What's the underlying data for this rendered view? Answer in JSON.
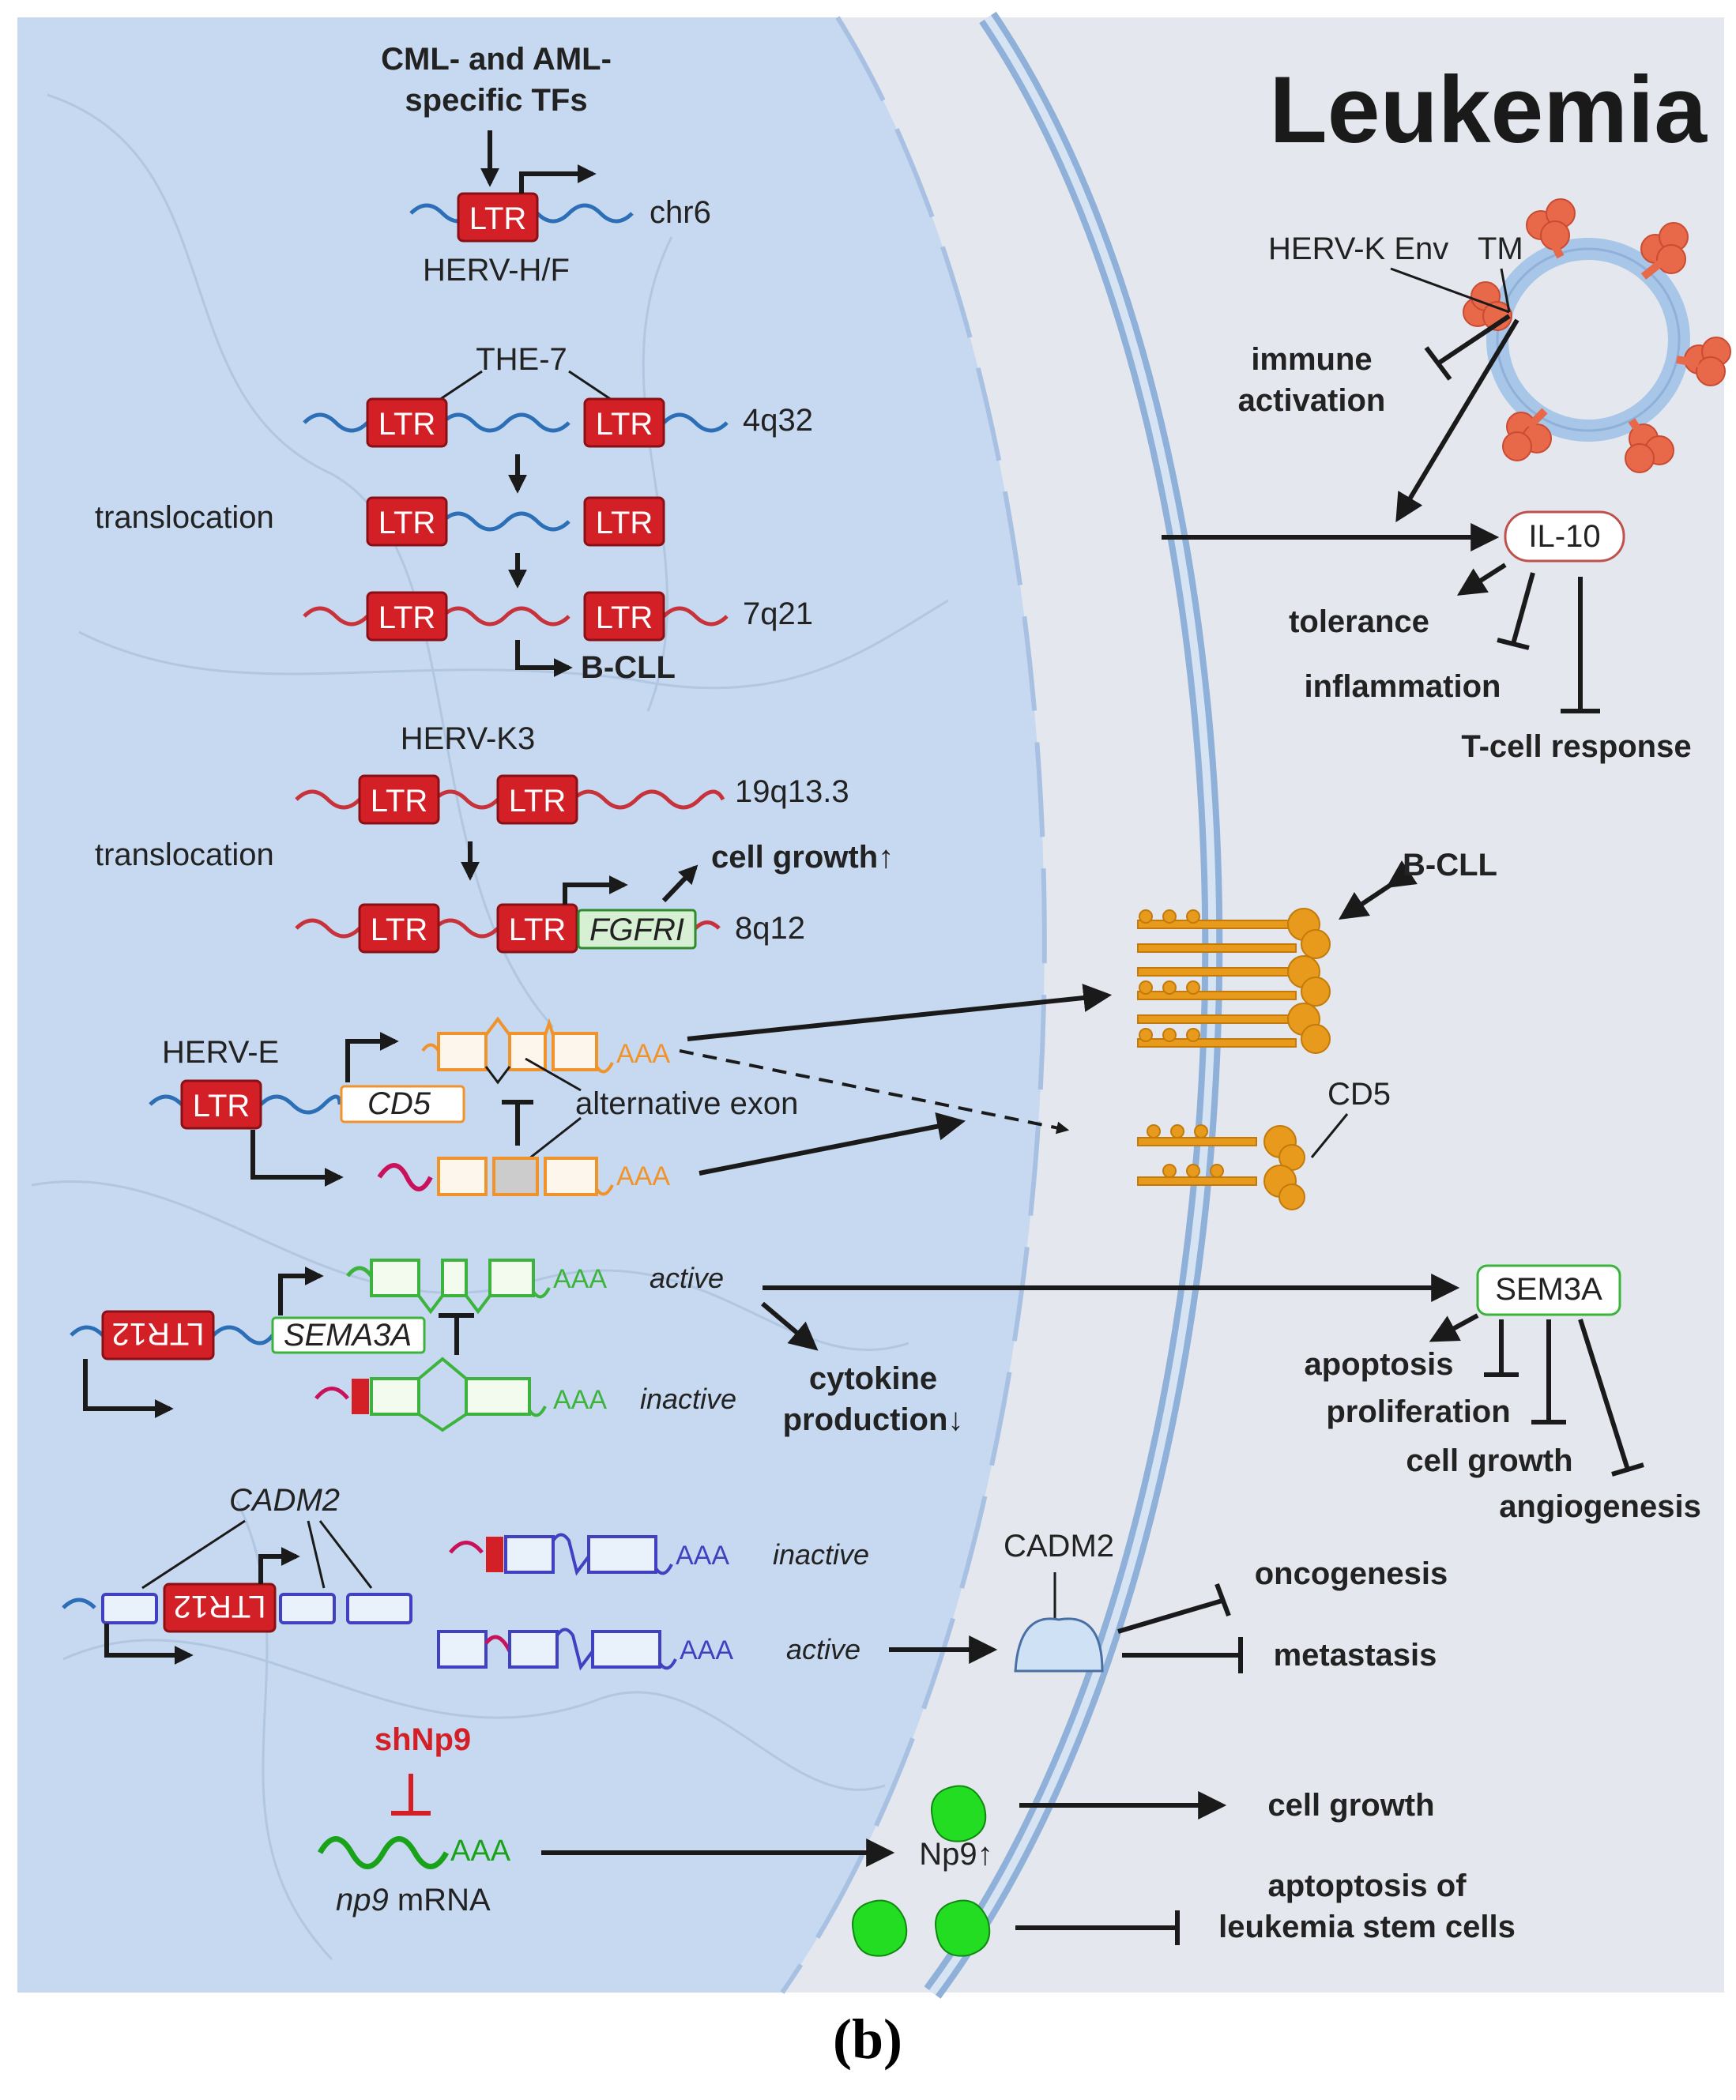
{
  "figure": {
    "title": "Leukemia",
    "caption": "(b)"
  },
  "nucleus": {
    "chr6_block": {
      "tf_label_1": "CML- and AML-",
      "tf_label_2": "specific TFs",
      "ltr": "LTR",
      "locus": "chr6",
      "name": "HERV-H/F"
    },
    "the7_block": {
      "name": "THE-7",
      "ltr": "LTR",
      "locus_top": "4q32",
      "translocation": "translocation",
      "locus_bottom": "7q21",
      "outcome": "B-CLL"
    },
    "hervk3_block": {
      "name": "HERV-K3",
      "ltr": "LTR",
      "locus_top": "19q13.3",
      "translocation": "translocation",
      "gene": "FGFRI",
      "locus_bottom": "8q12",
      "outcome": "cell growth↑"
    },
    "cd5_block": {
      "name": "HERV-E",
      "ltr": "LTR",
      "gene": "CD5",
      "polyA": "AAA",
      "alt_exon": "alternative exon"
    },
    "sema3a_block": {
      "ltr": "LTR12",
      "gene": "SEMA3A",
      "polyA": "AAA",
      "active": "active",
      "inactive": "inactive",
      "outcome_1": "cytokine",
      "outcome_2": "production↓"
    },
    "cadm2_block": {
      "gene": "CADM2",
      "ltr": "LTR12",
      "polyA": "AAA",
      "inactive": "inactive",
      "active": "active"
    },
    "np9_block": {
      "sh": "shNp9",
      "polyA": "AAA",
      "mrna_italic": "np9",
      "mrna_rest": " mRNA"
    }
  },
  "right": {
    "virus": {
      "env": "HERV-K Env",
      "tm": "TM",
      "immune_1": "immune",
      "immune_2": "activation"
    },
    "il10": {
      "label": "IL-10",
      "tolerance": "tolerance",
      "inflammation": "inflammation",
      "tcell": "T-cell response"
    },
    "cd5": {
      "bcll": "B-CLL",
      "label": "CD5"
    },
    "sem3a": {
      "label": "SEM3A",
      "apoptosis": "apoptosis",
      "proliferation": "proliferation",
      "growth": "cell growth",
      "angiogenesis": "angiogenesis"
    },
    "cadm2": {
      "label": "CADM2",
      "oncogenesis": "oncogenesis",
      "metastasis": "metastasis"
    },
    "np9": {
      "label": "Np9↑",
      "growth": "cell growth",
      "apoptosis_1": "aptoptosis of",
      "apoptosis_2": "leukemia stem cells"
    }
  },
  "colors": {
    "nucleus": "#c7d9f0",
    "cytoplasm": "#e4e8ee",
    "membrane": "#8fb0d8",
    "ltr": "#d32027",
    "cd5_protein": "#e89a1c",
    "np9": "#22dd22",
    "sem3a": "#3cb33c",
    "cadm2": "#4040c0"
  }
}
